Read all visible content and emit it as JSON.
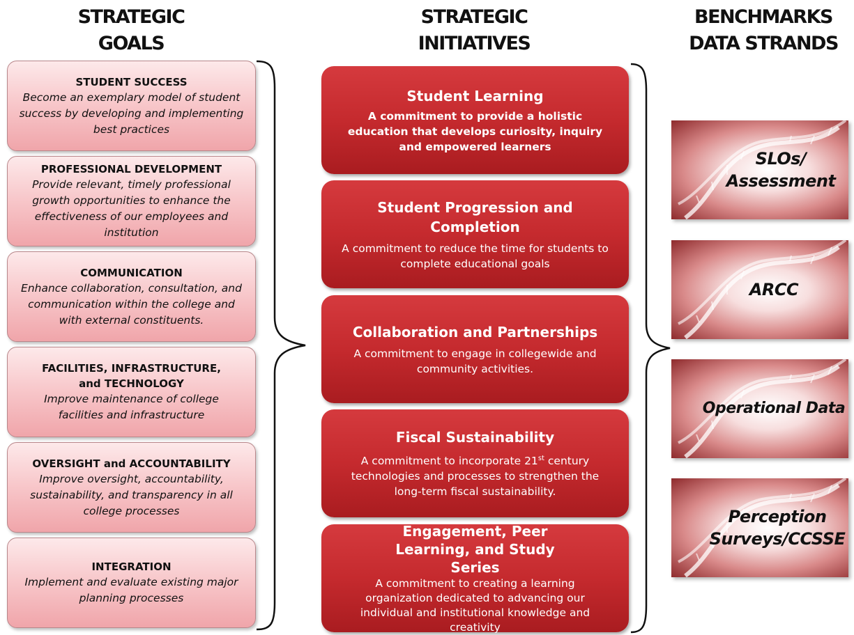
{
  "headers": {
    "goals": [
      "STRATEGIC",
      "GOALS"
    ],
    "initiatives": [
      "STRATEGIC",
      "INITIATIVES"
    ],
    "benchmarks": [
      "BENCHMARKS",
      "DATA STRANDS"
    ]
  },
  "goals": [
    {
      "title": "STUDENT SUCCESS",
      "desc": "Become an exemplary model of student success by developing and implementing best practices"
    },
    {
      "title": "PROFESSIONAL DEVELOPMENT",
      "desc": "Provide relevant, timely professional growth opportunities to enhance the effectiveness of our employees and institution"
    },
    {
      "title": "COMMUNICATION",
      "desc": "Enhance collaboration, consultation, and communication within the college and with external constituents."
    },
    {
      "title": "FACILITIES, INFRASTRUCTURE, and TECHNOLOGY",
      "desc": "Improve maintenance of college facilities and infrastructure"
    },
    {
      "title": "OVERSIGHT and ACCOUNTABILITY",
      "desc": "Improve oversight, accountability, sustainability, and transparency in all college processes"
    },
    {
      "title": "INTEGRATION",
      "desc": "Implement and evaluate existing major planning processes"
    }
  ],
  "initiatives": [
    {
      "title": "Student Learning",
      "desc": "A commitment to provide a holistic education that develops curiosity, inquiry and empowered learners"
    },
    {
      "title": "Student Progression and Completion",
      "desc": "A commitment to reduce the time for students to complete educational goals"
    },
    {
      "title": "Collaboration and Partnerships",
      "desc": "A commitment to engage in collegewide and community activities."
    },
    {
      "title": "Fiscal Sustainability",
      "desc_before": "A commitment to incorporate 21",
      "desc_sup": "st",
      "desc_after": " century technologies and processes to strengthen the long-term fiscal sustainability."
    },
    {
      "title": "Engagement, Peer Learning, and Study Series",
      "desc": "A commitment to creating a learning organization dedicated to advancing our individual and institutional knowledge and creativity"
    }
  ],
  "strands": [
    {
      "lines": [
        "SLOs/",
        "Assessment"
      ],
      "icon": "dna-icon"
    },
    {
      "lines": [
        "ARCC"
      ],
      "icon": "dna-icon"
    },
    {
      "lines": [
        "Operational Data"
      ],
      "icon": "dna-icon"
    },
    {
      "lines": [
        "Perception",
        "Surveys/CCSSE"
      ],
      "icon": "dna-icon"
    }
  ],
  "colors": {
    "goal_fill": "#f8c9cc",
    "initiative_fill": "#c52a2e",
    "strand_fill": "#d98a8a"
  }
}
